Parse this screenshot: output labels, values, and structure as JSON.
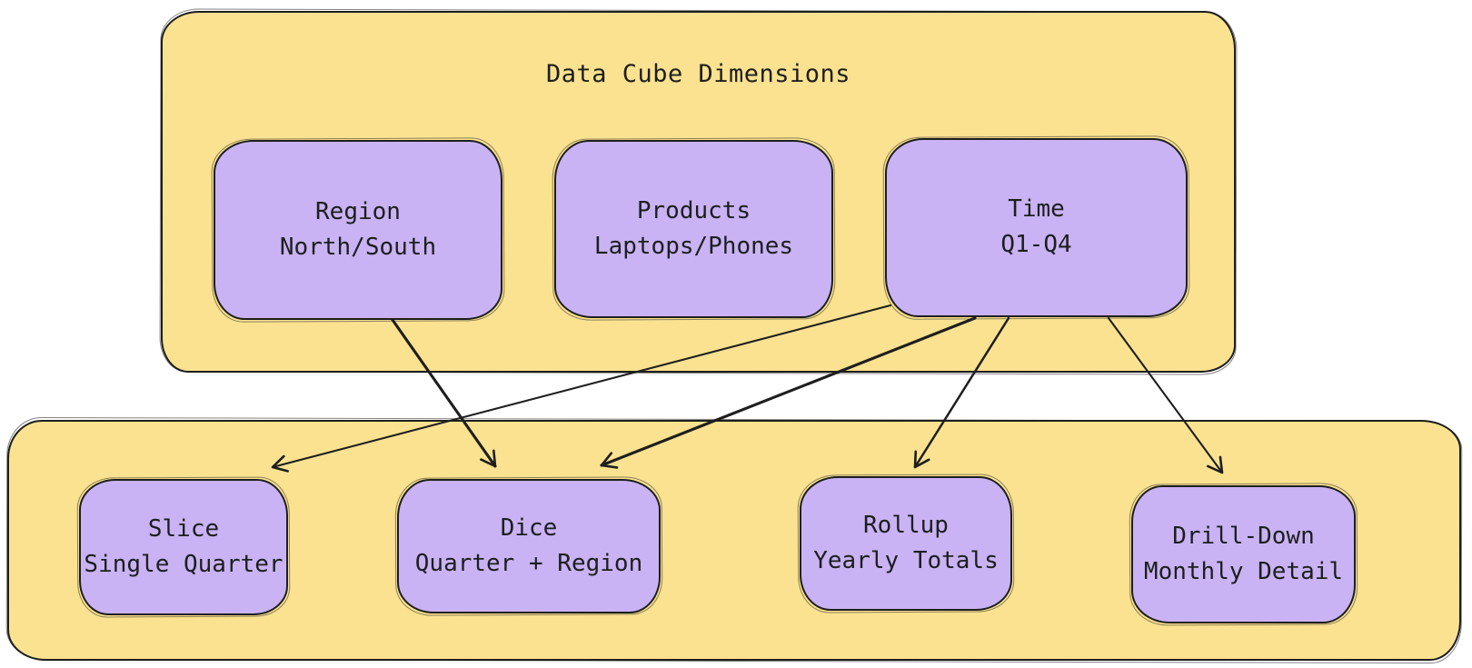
{
  "diagram": {
    "title": "Data Cube Dimensions",
    "groups": {
      "dimensions": {
        "label": "Data Cube Dimensions",
        "nodes": [
          {
            "title": "Region",
            "subtitle": "North/South"
          },
          {
            "title": "Products",
            "subtitle": "Laptops/Phones"
          },
          {
            "title": "Time",
            "subtitle": "Q1-Q4"
          }
        ]
      },
      "operations": {
        "nodes": [
          {
            "title": "Slice",
            "subtitle": "Single Quarter"
          },
          {
            "title": "Dice",
            "subtitle": "Quarter + Region"
          },
          {
            "title": "Rollup",
            "subtitle": "Yearly Totals"
          },
          {
            "title": "Drill-Down",
            "subtitle": "Monthly Detail"
          }
        ]
      }
    },
    "edges": [
      {
        "from": "Region",
        "to": "Dice"
      },
      {
        "from": "Time",
        "to": "Slice"
      },
      {
        "from": "Time",
        "to": "Dice"
      },
      {
        "from": "Time",
        "to": "Rollup"
      },
      {
        "from": "Time",
        "to": "Drill-Down"
      }
    ],
    "colors": {
      "container_fill": "#fae290",
      "node_fill": "#c9b3f4",
      "stroke": "#1e1e1e",
      "text": "#1e1e1e",
      "background": "#ffffff"
    }
  }
}
